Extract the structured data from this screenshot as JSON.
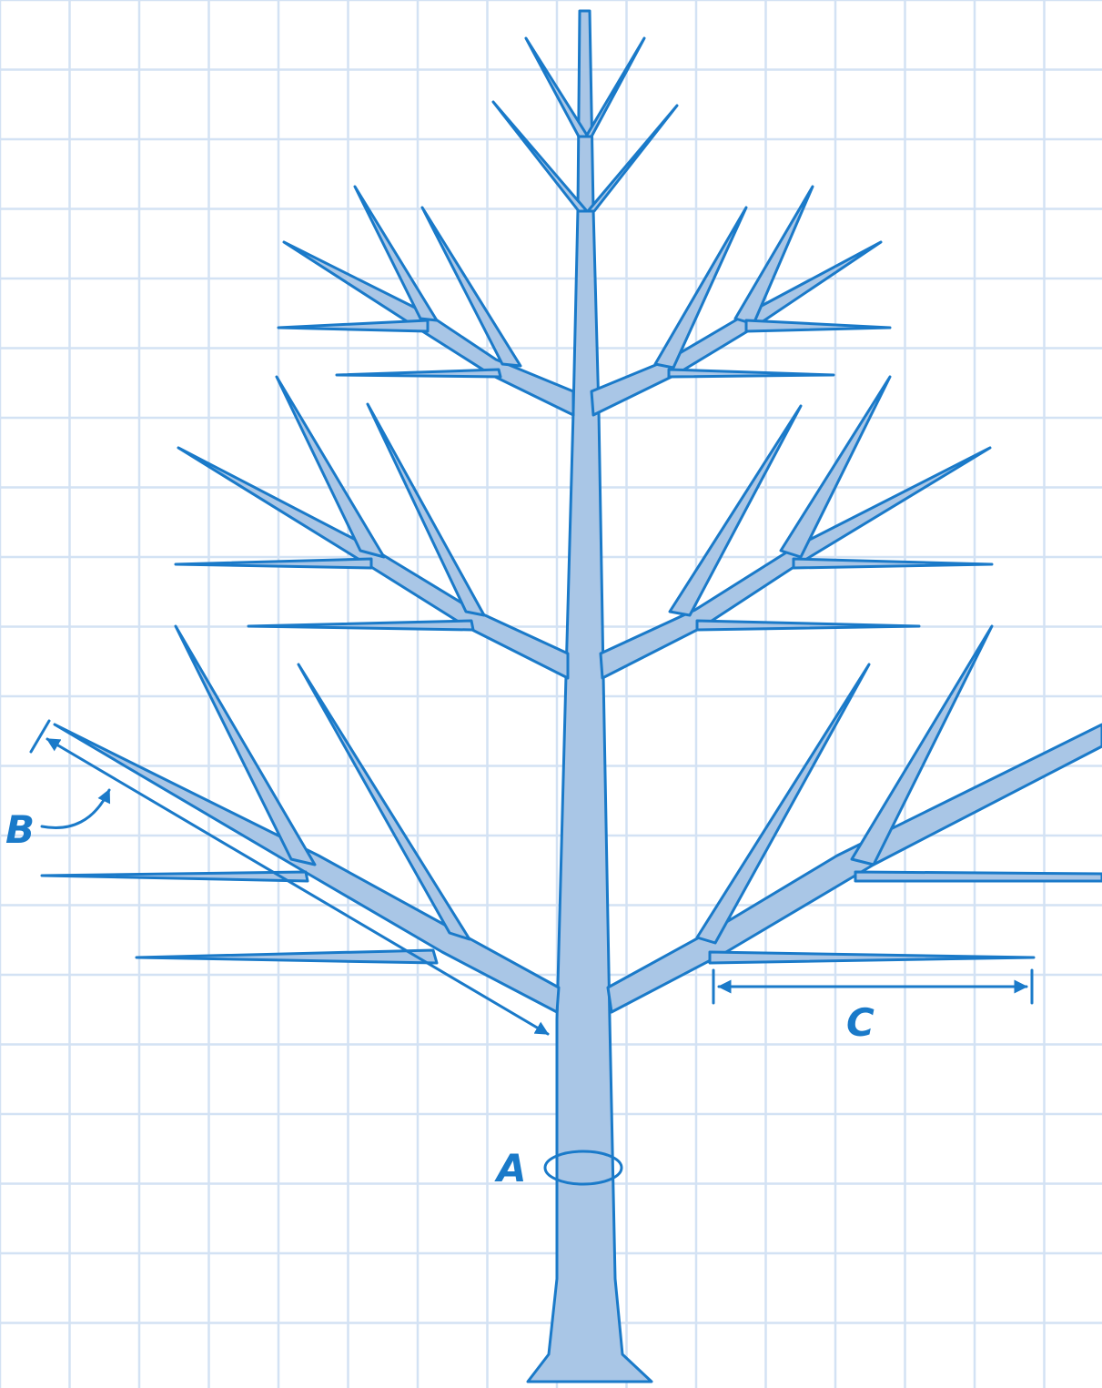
{
  "labels": {
    "a": "A",
    "b": "B",
    "c": "C"
  },
  "colors": {
    "grid_line": "#d3e2f4",
    "branch_fill": "#a9c6e6",
    "outline": "#1a7ac9",
    "background": "#ffffff"
  }
}
